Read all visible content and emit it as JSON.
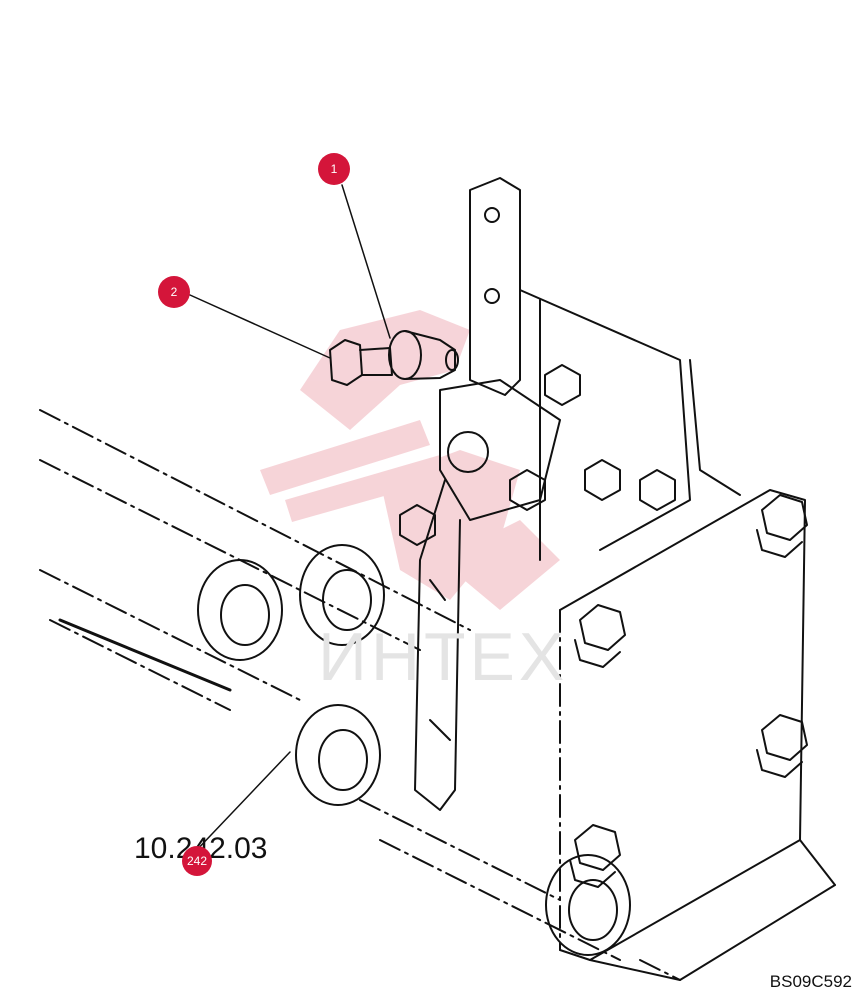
{
  "diagram": {
    "reference_label": "10.242.03",
    "figure_code": "BS09C592",
    "watermark_text": "ИНТЕХ",
    "callouts": [
      {
        "id": "callout-1",
        "label": "1"
      },
      {
        "id": "callout-2",
        "label": "2"
      },
      {
        "id": "callout-242",
        "label": "242"
      }
    ],
    "colors": {
      "callout": "#d4153a",
      "linework": "#111111",
      "watermark": "#f3c4c9"
    }
  }
}
